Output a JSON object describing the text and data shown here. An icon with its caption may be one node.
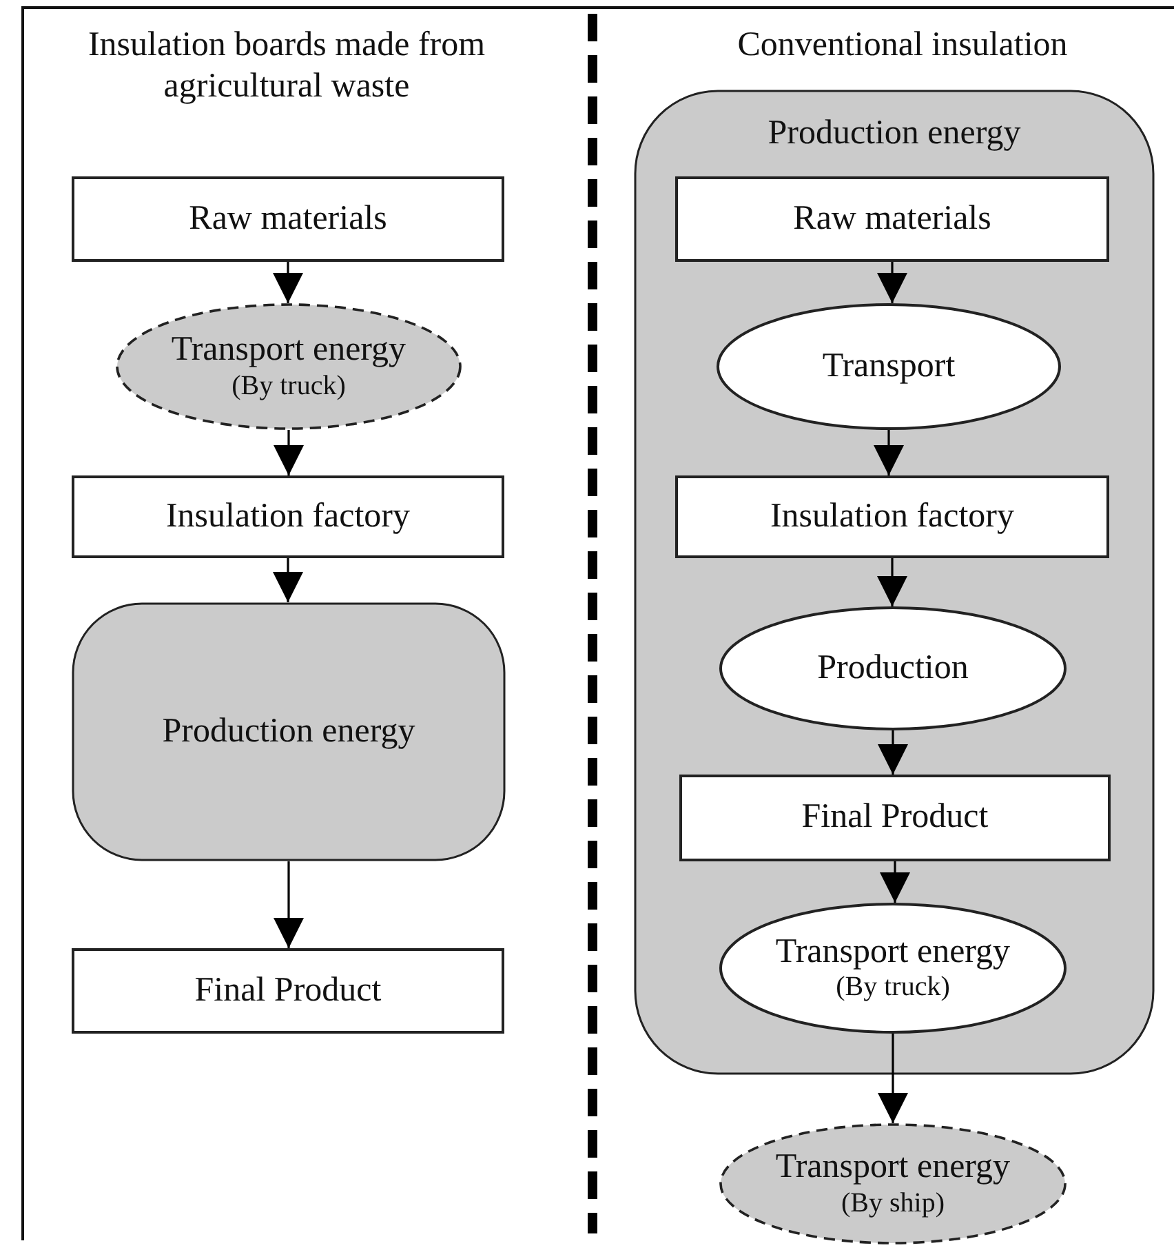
{
  "diagram": {
    "nodes": [
      {
        "text": [
          "Raw materials"
        ]
      },
      {
        "text": [
          "Transport energy",
          "(By truck)"
        ]
      },
      {
        "text": [
          "Insulation factory"
        ]
      },
      {
        "text": [
          "Production energy"
        ]
      },
      {
        "text": [
          "Final Product"
        ]
      },
      {
        "text": [
          "Production energy"
        ]
      },
      {
        "text": [
          "Raw materials"
        ],
        "in": 5
      },
      {
        "text": [
          "Transport"
        ],
        "in": 5
      },
      {
        "text": [
          "Insulation factory"
        ],
        "in": 5
      },
      {
        "text": [
          "Production"
        ],
        "in": 5
      },
      {
        "text": [
          "Final Product"
        ],
        "in": 5
      },
      {
        "text": [
          "Transport energy",
          "(By truck)"
        ],
        "in": 5
      },
      {
        "text": [
          "Transport energy",
          "(By ship)"
        ]
      }
    ],
    "edges": [
      {
        "from": 0,
        "to": 1,
        "arrow": "to"
      },
      {
        "from": 1,
        "to": 2,
        "arrow": "to"
      },
      {
        "from": 2,
        "to": 3,
        "arrow": "to"
      },
      {
        "from": 3,
        "to": 4,
        "arrow": "to"
      },
      {
        "from": 6,
        "to": 7,
        "arrow": "to"
      },
      {
        "from": 7,
        "to": 8,
        "arrow": "to"
      },
      {
        "from": 8,
        "to": 9,
        "arrow": "to"
      },
      {
        "from": 9,
        "to": 10,
        "arrow": "to"
      },
      {
        "from": 10,
        "to": 11,
        "arrow": "to"
      },
      {
        "from": 11,
        "to": 12,
        "arrow": "to"
      }
    ],
    "labels": [
      "Insulation boards made from agricultural waste",
      "Conventional insulation"
    ]
  }
}
